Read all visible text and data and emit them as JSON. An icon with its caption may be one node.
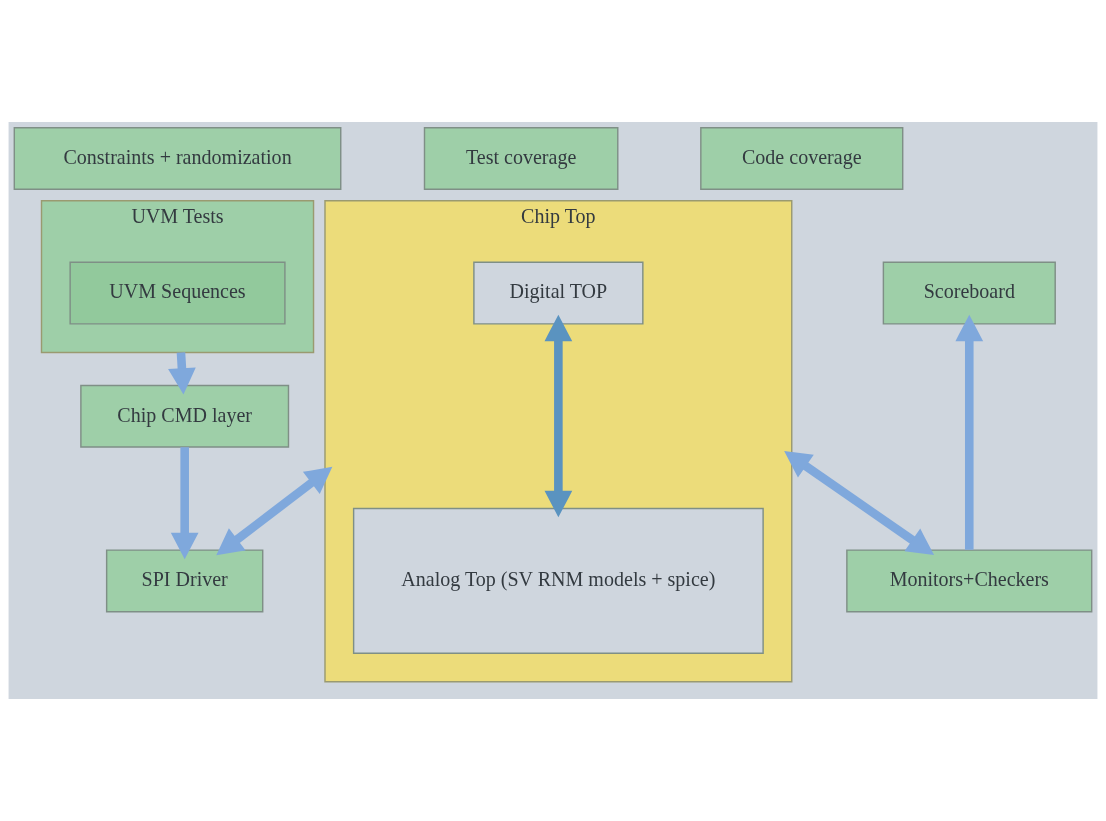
{
  "diagram": {
    "nodes": [
      {
        "text": [
          "Constraints + randomization"
        ]
      },
      {
        "text": [
          "Test coverage"
        ]
      },
      {
        "text": [
          "Code coverage"
        ]
      },
      {
        "text": [
          "UVM Tests"
        ]
      },
      {
        "text": [
          "UVM Sequences"
        ],
        "in": 3
      },
      {
        "text": [
          "Chip Top"
        ]
      },
      {
        "text": [
          "Digital TOP"
        ],
        "in": 5
      },
      {
        "text": [
          "Analog Top (SV RNM models + spice)"
        ],
        "in": 5
      },
      {
        "text": [
          "Scoreboard"
        ]
      },
      {
        "text": [
          "Chip CMD layer"
        ]
      },
      {
        "text": [
          "SPI Driver"
        ]
      },
      {
        "text": [
          "Monitors+Checkers"
        ]
      }
    ],
    "edges": [
      {
        "from": 3,
        "to": 9,
        "arrow": "to"
      },
      {
        "from": 9,
        "to": 10,
        "arrow": "to"
      },
      {
        "from": 10,
        "to": 5,
        "arrow": "both"
      },
      {
        "from": 6,
        "to": 7,
        "arrow": "both",
        "color": "#5a93c0"
      },
      {
        "from": 5,
        "to": 11,
        "arrow": "both"
      },
      {
        "from": 11,
        "to": 8,
        "arrow": "to"
      }
    ]
  }
}
